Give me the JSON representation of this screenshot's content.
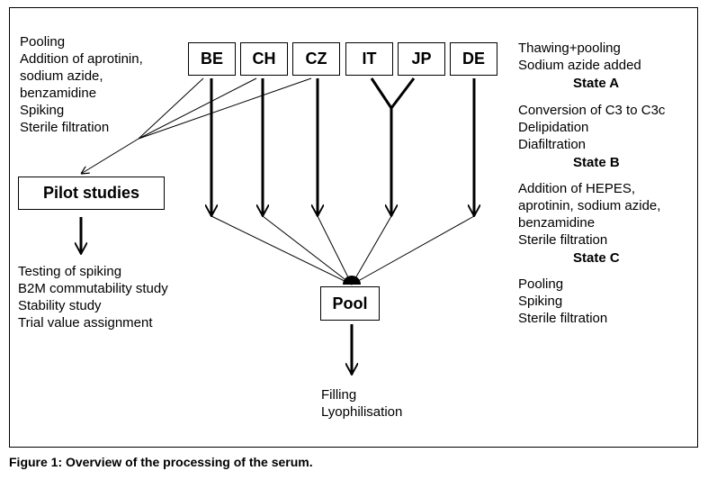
{
  "countries": [
    {
      "code": "BE"
    },
    {
      "code": "CH"
    },
    {
      "code": "CZ"
    },
    {
      "code": "IT"
    },
    {
      "code": "JP"
    },
    {
      "code": "DE"
    }
  ],
  "left_steps": [
    "Pooling",
    "Addition of aprotinin,",
    "sodium azide,",
    "benzamidine",
    "Spiking",
    "Sterile filtration"
  ],
  "pilot": {
    "label": "Pilot studies",
    "outcomes": [
      "Testing of spiking",
      "B2M commutability study",
      "Stability study",
      "Trial value assignment"
    ]
  },
  "pool": {
    "label": "Pool",
    "outcomes": [
      "Filling",
      "Lyophilisation"
    ]
  },
  "right_steps": {
    "group_a": [
      "Thawing+pooling",
      "Sodium azide added"
    ],
    "state_a": "State A",
    "group_b": [
      "Conversion of C3 to C3c",
      "Delipidation",
      "Diafiltration"
    ],
    "state_b": "State B",
    "group_c": [
      "Addition of HEPES,",
      "aprotinin, sodium azide,",
      "benzamidine",
      "Sterile filtration"
    ],
    "state_c": "State C",
    "group_d": [
      "Pooling",
      "Spiking",
      "Sterile filtration"
    ]
  },
  "caption": "Figure 1: Overview of the processing of the serum."
}
